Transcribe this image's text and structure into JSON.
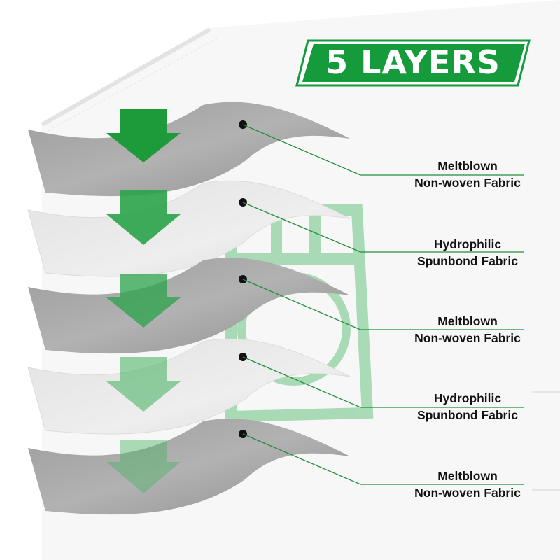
{
  "title": "5 LAYERS",
  "colors": {
    "brand_green": "#159a3c",
    "arrow_green": "#1d9a3a",
    "leader_green": "#1f8f3a",
    "frame_green": "#8fd3a0",
    "meltblown_gray": "#a7a7a7",
    "spunbond_gray": "#e9e9e9"
  },
  "layers": [
    {
      "type": "meltblown",
      "label_line1": "Meltblown",
      "label_line2": "Non-woven Fabric"
    },
    {
      "type": "spunbond",
      "label_line1": "Hydrophilic",
      "label_line2": "Spunbond Fabric"
    },
    {
      "type": "meltblown",
      "label_line1": "Meltblown",
      "label_line2": "Non-woven Fabric"
    },
    {
      "type": "spunbond",
      "label_line1": "Hydrophilic",
      "label_line2": "Spunbond Fabric"
    },
    {
      "type": "meltblown",
      "label_line1": "Meltblown",
      "label_line2": "Non-woven Fabric"
    }
  ]
}
